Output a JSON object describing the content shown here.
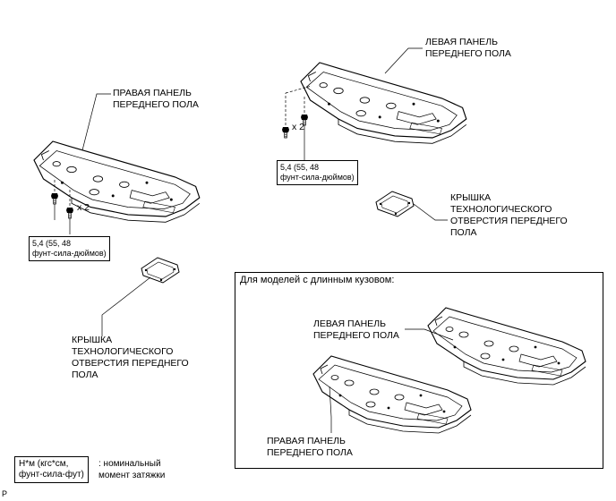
{
  "labels": {
    "right_panel_top": [
      "ПРАВАЯ ПАНЕЛЬ",
      "ПЕРЕДНЕГО ПОЛА"
    ],
    "left_panel_top": [
      "ЛЕВАЯ ПАНЕЛЬ",
      "ПЕРЕДНЕГО ПОЛА"
    ],
    "cover_right": [
      "КРЫШКА",
      "ТЕХНОЛОГИЧЕСКОГО",
      "ОТВЕРСТИЯ ПЕРЕДНЕГО",
      "ПОЛА"
    ],
    "cover_left": [
      "КРЫШКА",
      "ТЕХНОЛОГИЧЕСКОГО",
      "ОТВЕРСТИЯ ПЕРЕДНЕГО",
      "ПОЛА"
    ],
    "qty_right": "x 2",
    "qty_left": "x 2",
    "torque_right": [
      "5,4 (55, 48",
      "фунт-сила-дюймов)"
    ],
    "torque_left": [
      "5,4 (55, 48",
      "фунт-сила-дюймов)"
    ],
    "long_body_title": "Для моделей с длинным кузовом:",
    "long_left_panel": [
      "ЛЕВАЯ ПАНЕЛЬ",
      "ПЕРЕДНЕГО ПОЛА"
    ],
    "long_right_panel": [
      "ПРАВАЯ ПАНЕЛЬ",
      "ПЕРЕДНЕГО ПОЛА"
    ],
    "legend_unit": [
      "Н*м (кгс*см,",
      "фунт-сила-фут)"
    ],
    "legend_text": [
      ": номинальный",
      "момент затяжки"
    ],
    "corner_code": "P"
  }
}
